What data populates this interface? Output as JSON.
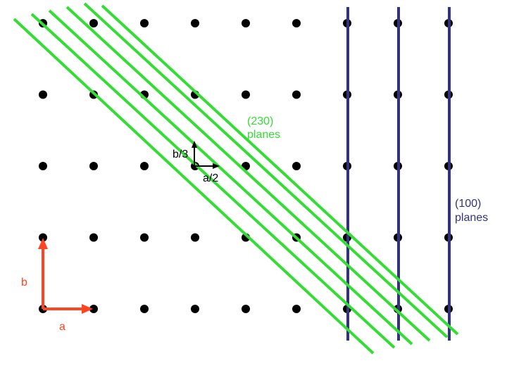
{
  "colors": {
    "background": "#ffffff",
    "lattice_point": "#000000",
    "plane_230": "#33dd33",
    "plane_100": "#33337a",
    "axis_vector": "#ff4422",
    "half_vector": "#000000"
  },
  "labels": {
    "planes_230_line1": "(230)",
    "planes_230_line2": "planes",
    "planes_100_line1": "(100)",
    "planes_100_line2": "planes",
    "vector_a": "a",
    "vector_b": "b",
    "vector_a_half": "a/2",
    "vector_b_third": "b/3"
  },
  "lattice": {
    "columns": 9,
    "rows": 5
  }
}
